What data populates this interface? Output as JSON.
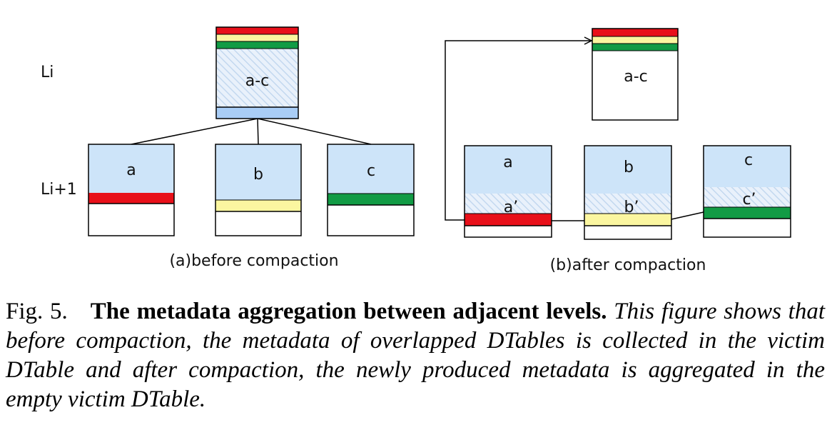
{
  "diagram": {
    "level_labels": {
      "upper": "Li",
      "lower": "Li+1"
    },
    "before": {
      "caption": "(a)before compaction",
      "victim": {
        "label": "a-c"
      },
      "tables": [
        {
          "label": "a"
        },
        {
          "label": "b"
        },
        {
          "label": "c"
        }
      ]
    },
    "after": {
      "caption": "(b)after compaction",
      "victim": {
        "label": "a-c"
      },
      "tables": [
        {
          "label": "a",
          "new_label": "a’"
        },
        {
          "label": "b",
          "new_label": "b’"
        },
        {
          "label": "c",
          "new_label": "c’"
        }
      ]
    },
    "colors": {
      "red": "#e8101a",
      "yellow": "#fbf6a0",
      "green": "#129b45",
      "light_blue": "#cde4f9",
      "blue_band": "#a9cdf6",
      "hatch_base": "#e9f1fb",
      "hatch_line": "#c3d8ef"
    }
  },
  "caption": {
    "fig_num": "Fig. 5.",
    "title": "The metadata aggregation between adjacent levels.",
    "body": "This figure shows that before compaction, the metadata of overlapped DTables is collected in the victim DTable and after compaction, the newly produced metadata is aggregated in the empty victim DTable."
  }
}
